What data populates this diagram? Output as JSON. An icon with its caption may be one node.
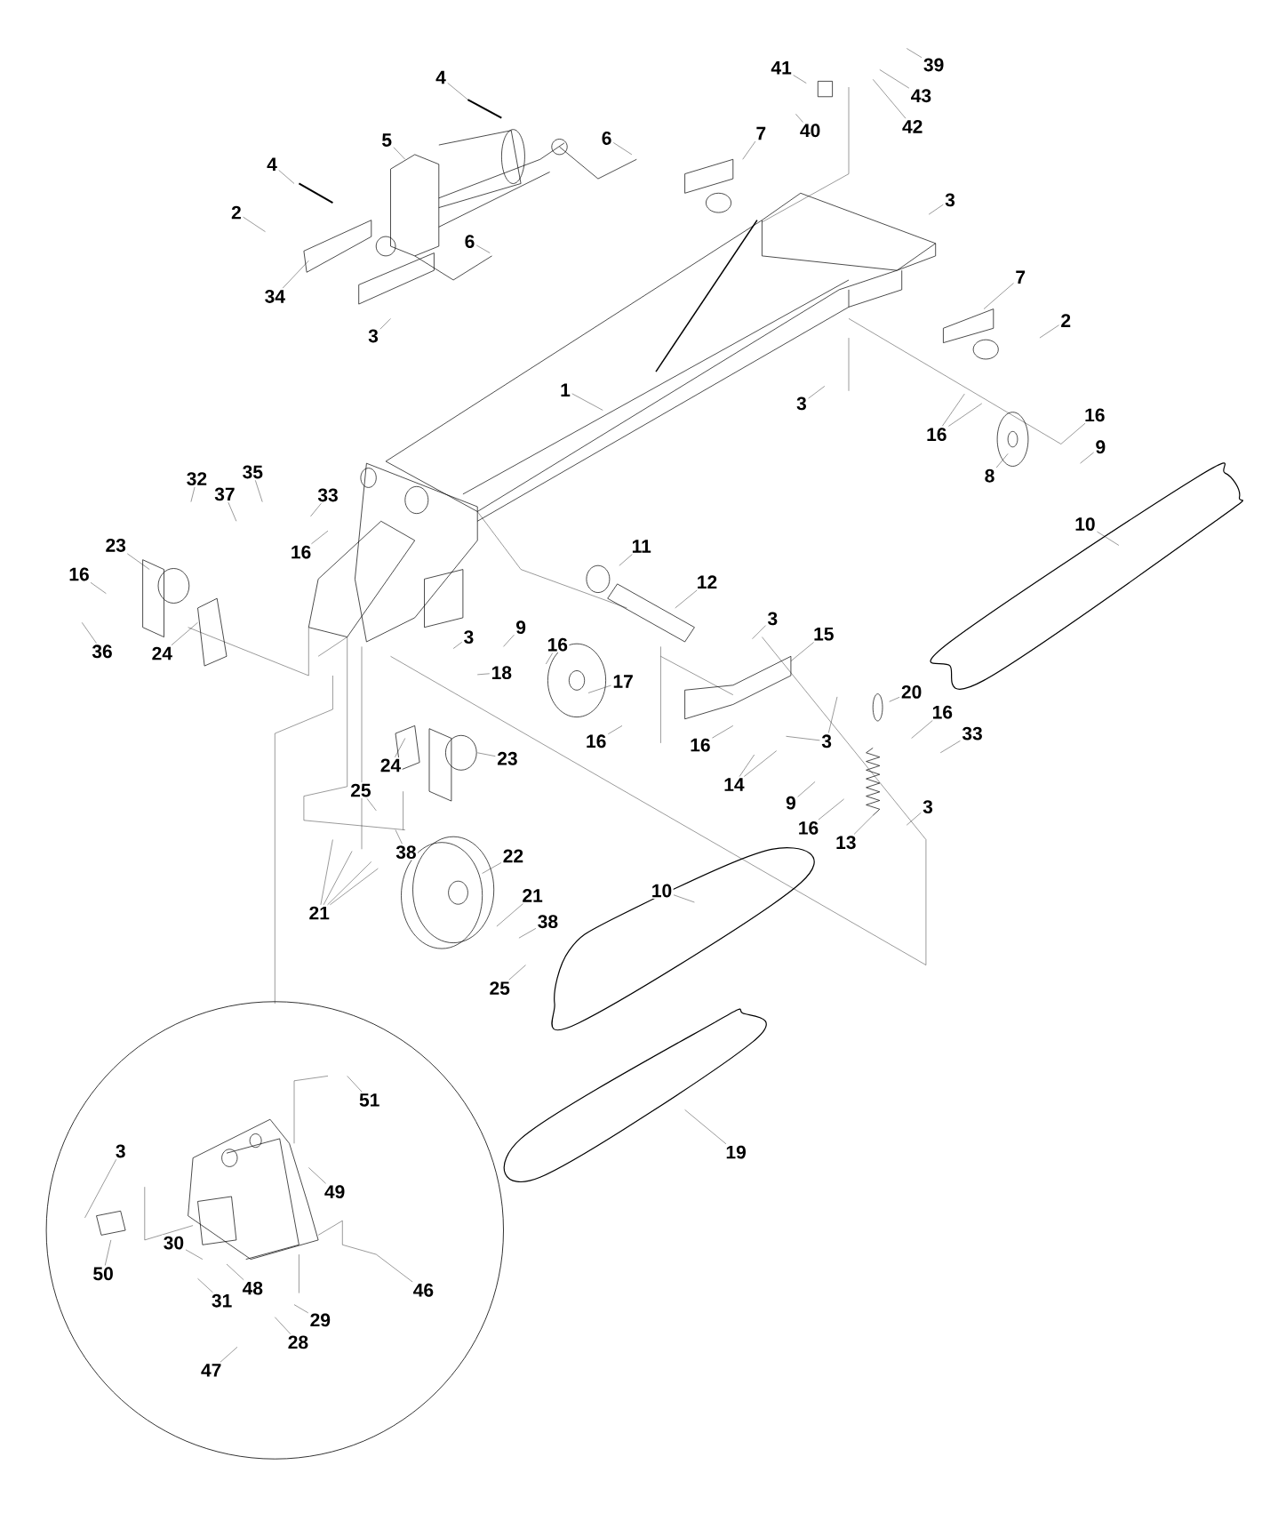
{
  "diagram": {
    "nodes": [
      {
        "text": [
          "4"
        ]
      },
      {
        "text": [
          "5"
        ]
      },
      {
        "text": [
          "6"
        ]
      },
      {
        "text": [
          "4"
        ]
      },
      {
        "text": [
          "2"
        ]
      },
      {
        "text": [
          "6"
        ]
      },
      {
        "text": [
          "34"
        ]
      },
      {
        "text": [
          "3"
        ]
      },
      {
        "text": [
          "41"
        ]
      },
      {
        "text": [
          "39"
        ]
      },
      {
        "text": [
          "43"
        ]
      },
      {
        "text": [
          "40"
        ]
      },
      {
        "text": [
          "42"
        ]
      },
      {
        "text": [
          "7"
        ]
      },
      {
        "text": [
          "3"
        ]
      },
      {
        "text": [
          "7"
        ]
      },
      {
        "text": [
          "2"
        ]
      },
      {
        "text": [
          "1"
        ]
      },
      {
        "text": [
          "3"
        ]
      },
      {
        "text": [
          "16"
        ]
      },
      {
        "text": [
          "16"
        ]
      },
      {
        "text": [
          "9"
        ]
      },
      {
        "text": [
          "8"
        ]
      },
      {
        "text": [
          "10"
        ]
      },
      {
        "text": [
          "32"
        ]
      },
      {
        "text": [
          "37"
        ]
      },
      {
        "text": [
          "35"
        ]
      },
      {
        "text": [
          "33"
        ]
      },
      {
        "text": [
          "16"
        ]
      },
      {
        "text": [
          "23"
        ]
      },
      {
        "text": [
          "16"
        ]
      },
      {
        "text": [
          "36"
        ]
      },
      {
        "text": [
          "24"
        ]
      },
      {
        "text": [
          "11"
        ]
      },
      {
        "text": [
          "12"
        ]
      },
      {
        "text": [
          "3"
        ]
      },
      {
        "text": [
          "15"
        ]
      },
      {
        "text": [
          "3"
        ]
      },
      {
        "text": [
          "9"
        ]
      },
      {
        "text": [
          "16"
        ]
      },
      {
        "text": [
          "18"
        ]
      },
      {
        "text": [
          "17"
        ]
      },
      {
        "text": [
          "20"
        ]
      },
      {
        "text": [
          "16"
        ]
      },
      {
        "text": [
          "33"
        ]
      },
      {
        "text": [
          "16"
        ]
      },
      {
        "text": [
          "16"
        ]
      },
      {
        "text": [
          "3"
        ]
      },
      {
        "text": [
          "24"
        ]
      },
      {
        "text": [
          "23"
        ]
      },
      {
        "text": [
          "14"
        ]
      },
      {
        "text": [
          "9"
        ]
      },
      {
        "text": [
          "16"
        ]
      },
      {
        "text": [
          "13"
        ]
      },
      {
        "text": [
          "3"
        ]
      },
      {
        "text": [
          "25"
        ]
      },
      {
        "text": [
          "38"
        ]
      },
      {
        "text": [
          "21"
        ]
      },
      {
        "text": [
          "22"
        ]
      },
      {
        "text": [
          "21"
        ]
      },
      {
        "text": [
          "38"
        ]
      },
      {
        "text": [
          "10"
        ]
      },
      {
        "text": [
          "25"
        ]
      },
      {
        "text": [
          "19"
        ]
      },
      {
        "text": [
          "51"
        ]
      },
      {
        "text": [
          "3"
        ]
      },
      {
        "text": [
          "49"
        ]
      },
      {
        "text": [
          "50"
        ]
      },
      {
        "text": [
          "30"
        ]
      },
      {
        "text": [
          "48"
        ]
      },
      {
        "text": [
          "31"
        ]
      },
      {
        "text": [
          "46"
        ]
      },
      {
        "text": [
          "29"
        ]
      },
      {
        "text": [
          "28"
        ]
      },
      {
        "text": [
          "47"
        ]
      }
    ],
    "edges": [
      {
        "from": 0,
        "to": null,
        "arrow": "none"
      },
      {
        "from": 1,
        "to": null,
        "arrow": "none"
      },
      {
        "from": 2,
        "to": null,
        "arrow": "none"
      },
      {
        "from": 3,
        "to": null,
        "arrow": "none"
      },
      {
        "from": 4,
        "to": null,
        "arrow": "none"
      },
      {
        "from": 5,
        "to": null,
        "arrow": "none"
      },
      {
        "from": 6,
        "to": null,
        "arrow": "none"
      },
      {
        "from": 7,
        "to": null,
        "arrow": "none"
      },
      {
        "from": 8,
        "to": null,
        "arrow": "none"
      },
      {
        "from": 9,
        "to": null,
        "arrow": "none"
      },
      {
        "from": 10,
        "to": null,
        "arrow": "none"
      },
      {
        "from": 11,
        "to": null,
        "arrow": "none"
      },
      {
        "from": 12,
        "to": null,
        "arrow": "none"
      },
      {
        "from": 13,
        "to": null,
        "arrow": "none"
      },
      {
        "from": 14,
        "to": null,
        "arrow": "none"
      },
      {
        "from": 15,
        "to": null,
        "arrow": "none"
      },
      {
        "from": 16,
        "to": null,
        "arrow": "none"
      },
      {
        "from": 17,
        "to": null,
        "arrow": "none"
      },
      {
        "from": 18,
        "to": null,
        "arrow": "none"
      },
      {
        "from": 19,
        "to": null,
        "arrow": "none"
      },
      {
        "from": 19,
        "to": null,
        "arrow": "none"
      },
      {
        "from": 20,
        "to": null,
        "arrow": "none"
      },
      {
        "from": 21,
        "to": null,
        "arrow": "none"
      },
      {
        "from": 22,
        "to": null,
        "arrow": "none"
      },
      {
        "from": 23,
        "to": null,
        "arrow": "none"
      },
      {
        "from": 24,
        "to": null,
        "arrow": "none"
      },
      {
        "from": 25,
        "to": null,
        "arrow": "none"
      },
      {
        "from": 26,
        "to": null,
        "arrow": "none"
      },
      {
        "from": 27,
        "to": null,
        "arrow": "none"
      },
      {
        "from": 28,
        "to": null,
        "arrow": "none"
      },
      {
        "from": 29,
        "to": null,
        "arrow": "none"
      },
      {
        "from": 30,
        "to": null,
        "arrow": "none"
      },
      {
        "from": 31,
        "to": null,
        "arrow": "none"
      },
      {
        "from": 32,
        "to": null,
        "arrow": "none"
      },
      {
        "from": 33,
        "to": null,
        "arrow": "none"
      },
      {
        "from": 34,
        "to": null,
        "arrow": "none"
      },
      {
        "from": 35,
        "to": null,
        "arrow": "none"
      },
      {
        "from": 36,
        "to": null,
        "arrow": "none"
      },
      {
        "from": 37,
        "to": null,
        "arrow": "none"
      },
      {
        "from": 38,
        "to": null,
        "arrow": "none"
      },
      {
        "from": 39,
        "to": null,
        "arrow": "none"
      },
      {
        "from": 40,
        "to": null,
        "arrow": "none"
      },
      {
        "from": 41,
        "to": null,
        "arrow": "none"
      },
      {
        "from": 42,
        "to": null,
        "arrow": "none"
      },
      {
        "from": 43,
        "to": null,
        "arrow": "none"
      },
      {
        "from": 44,
        "to": null,
        "arrow": "none"
      },
      {
        "from": 45,
        "to": null,
        "arrow": "none"
      },
      {
        "from": 46,
        "to": null,
        "arrow": "none"
      },
      {
        "from": 47,
        "to": null,
        "arrow": "none"
      },
      {
        "from": 47,
        "to": null,
        "arrow": "none"
      },
      {
        "from": 48,
        "to": null,
        "arrow": "none"
      },
      {
        "from": 49,
        "to": null,
        "arrow": "none"
      },
      {
        "from": 50,
        "to": null,
        "arrow": "none"
      },
      {
        "from": 50,
        "to": null,
        "arrow": "none"
      },
      {
        "from": 51,
        "to": null,
        "arrow": "none"
      },
      {
        "from": 52,
        "to": null,
        "arrow": "none"
      },
      {
        "from": 53,
        "to": null,
        "arrow": "none"
      },
      {
        "from": 54,
        "to": null,
        "arrow": "none"
      },
      {
        "from": 55,
        "to": null,
        "arrow": "none"
      },
      {
        "from": 56,
        "to": null,
        "arrow": "none"
      },
      {
        "from": 57,
        "to": null,
        "arrow": "none"
      },
      {
        "from": 57,
        "to": null,
        "arrow": "none"
      },
      {
        "from": 57,
        "to": null,
        "arrow": "none"
      },
      {
        "from": 57,
        "to": null,
        "arrow": "none"
      },
      {
        "from": 58,
        "to": null,
        "arrow": "none"
      },
      {
        "from": 59,
        "to": null,
        "arrow": "none"
      },
      {
        "from": 60,
        "to": null,
        "arrow": "none"
      },
      {
        "from": 61,
        "to": null,
        "arrow": "none"
      },
      {
        "from": 62,
        "to": null,
        "arrow": "none"
      },
      {
        "from": 63,
        "to": null,
        "arrow": "none"
      },
      {
        "from": 64,
        "to": null,
        "arrow": "none"
      },
      {
        "from": 65,
        "to": null,
        "arrow": "none"
      },
      {
        "from": 66,
        "to": null,
        "arrow": "none"
      },
      {
        "from": 67,
        "to": null,
        "arrow": "none"
      },
      {
        "from": 68,
        "to": null,
        "arrow": "none"
      },
      {
        "from": 69,
        "to": null,
        "arrow": "none"
      },
      {
        "from": 70,
        "to": null,
        "arrow": "none"
      },
      {
        "from": 71,
        "to": null,
        "arrow": "none"
      },
      {
        "from": 72,
        "to": null,
        "arrow": "none"
      },
      {
        "from": 73,
        "to": null,
        "arrow": "none"
      },
      {
        "from": 74,
        "to": null,
        "arrow": "none"
      }
    ]
  }
}
